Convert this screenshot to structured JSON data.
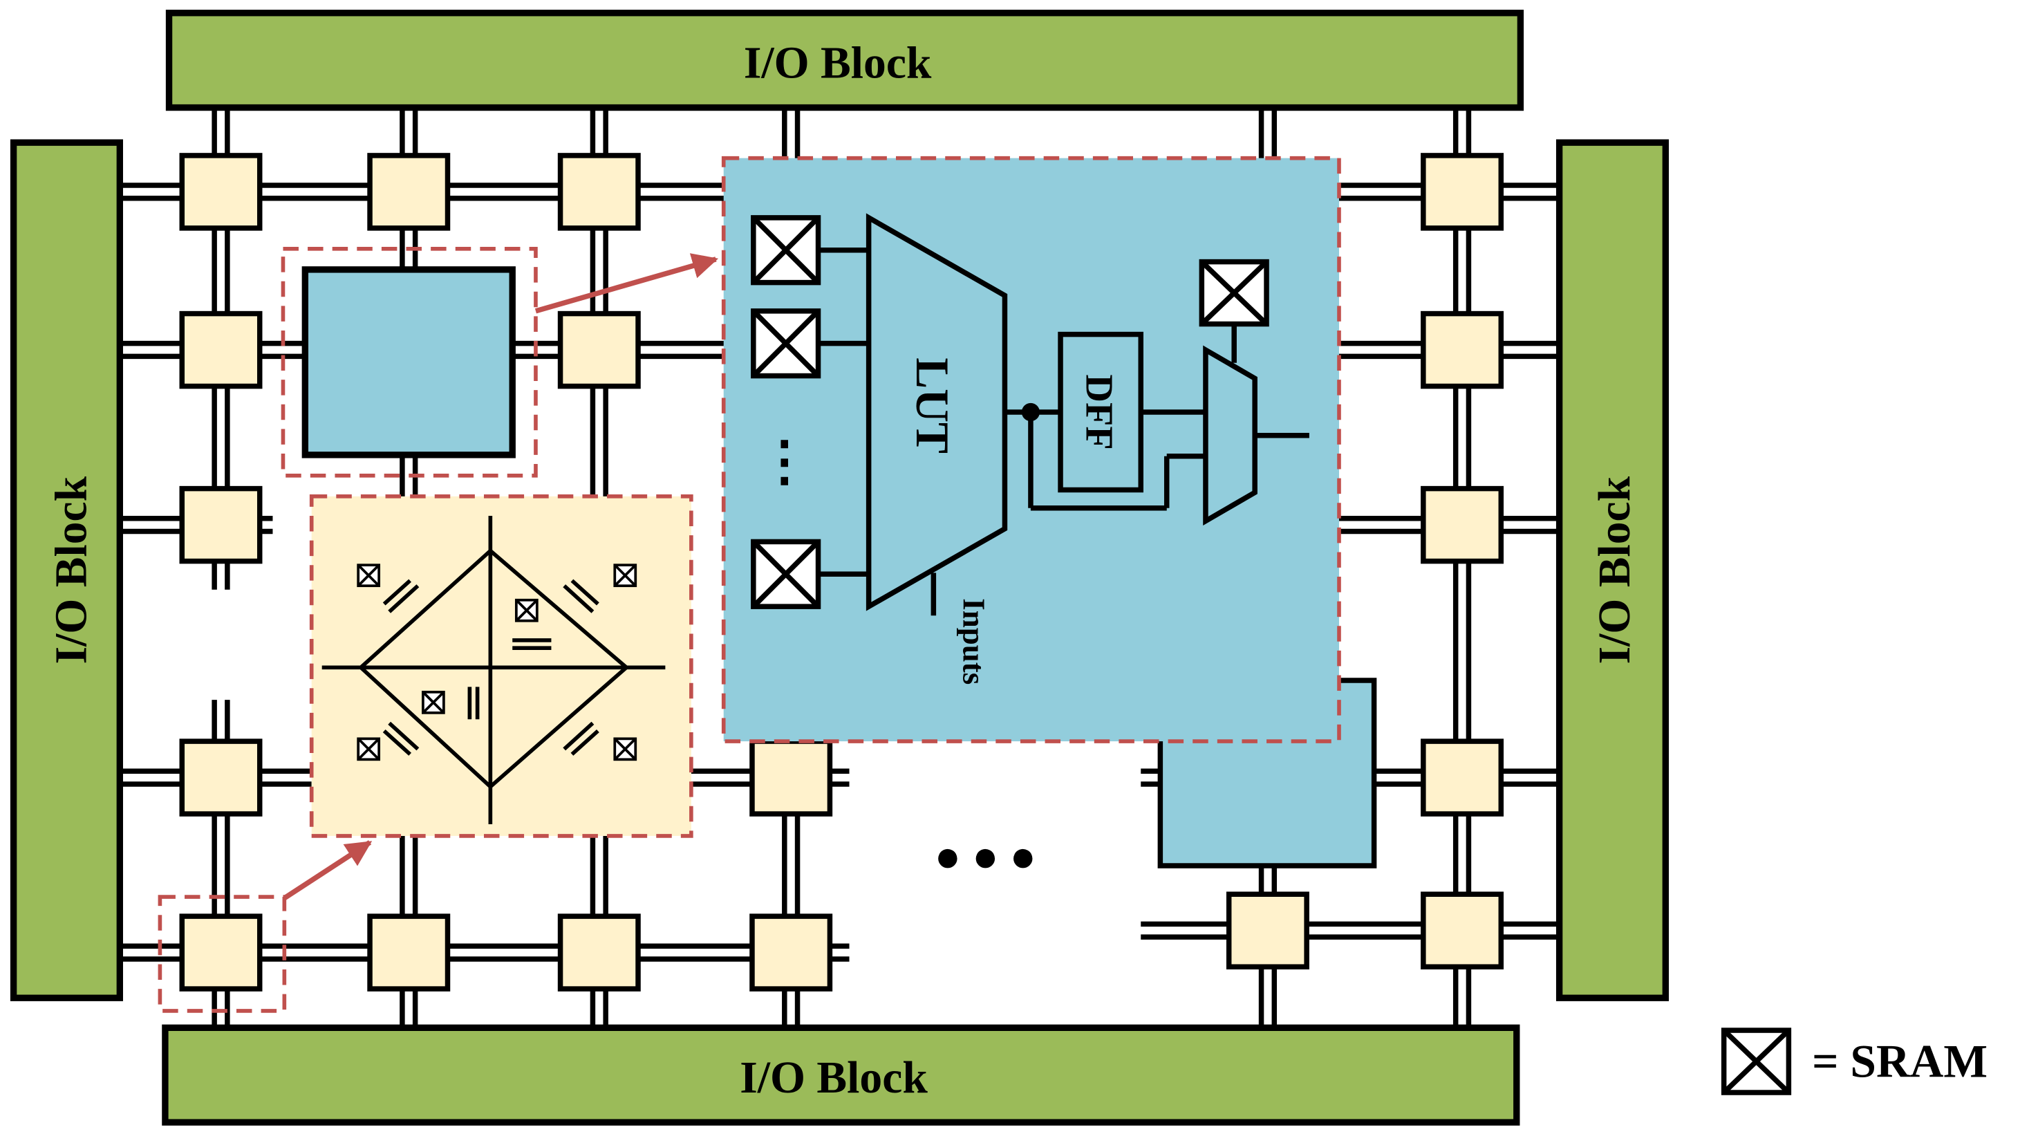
{
  "io_blocks": {
    "top": "I/O Block",
    "bottom": "I/O Block",
    "left": "I/O Block",
    "right": "I/O Block"
  },
  "logic_block": {
    "lut_label": "LUT",
    "dff_label": "DFF",
    "inputs_label": "Inputs",
    "input_ellipsis": "⋮"
  },
  "array_ellipsis": "● ● ●",
  "legend": {
    "text": "= SRAM",
    "icon": "sram-cell-icon"
  },
  "colors": {
    "io_block_fill": "#9bbb59",
    "logic_block_fill": "#92cddc",
    "switch_box_fill": "#fff2cc",
    "highlight_dash": "#c0504d",
    "arrow": "#c0504d",
    "wire": "#000000"
  }
}
